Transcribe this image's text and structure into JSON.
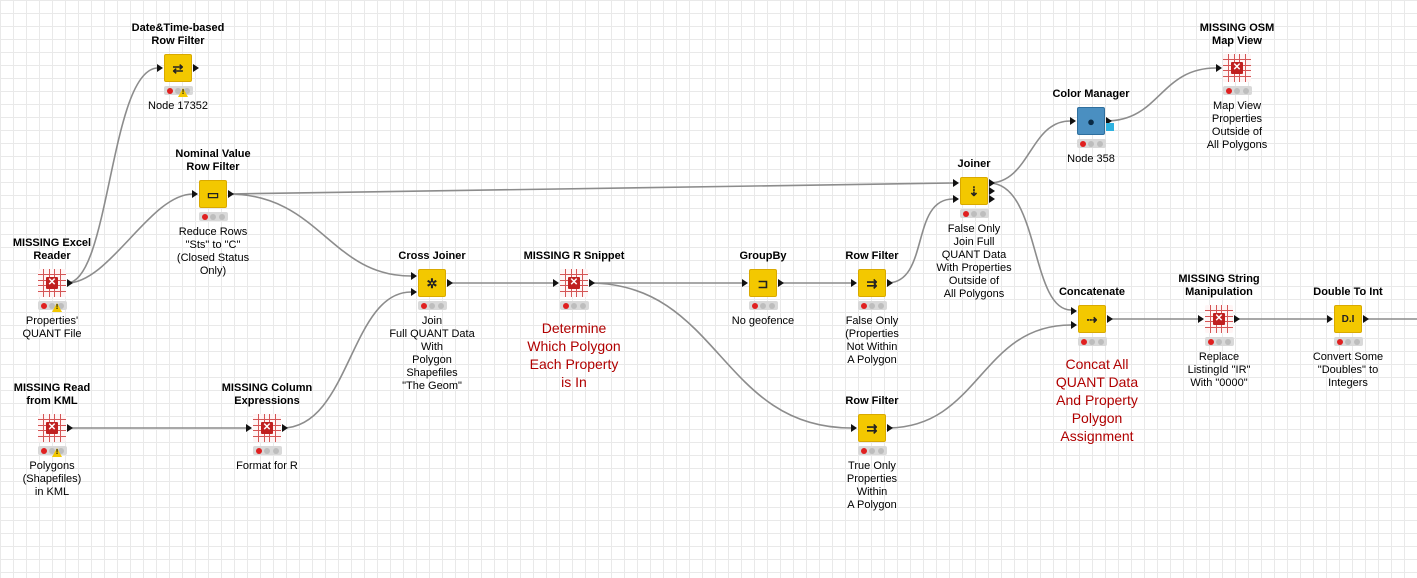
{
  "nodes": {
    "datetime_filter": {
      "title": "Date&Time-based\nRow Filter",
      "label": "Node 17352",
      "glyph": "⇄"
    },
    "nominal_filter": {
      "title": "Nominal Value\nRow Filter",
      "label": "Reduce Rows\n\"Sts\" to \"C\"\n(Closed Status\nOnly)",
      "glyph": "▭"
    },
    "excel_reader": {
      "title": "MISSING Excel\nReader",
      "label": "Properties'\nQUANT File"
    },
    "read_kml": {
      "title": "MISSING Read\nfrom KML",
      "label": "Polygons\n(Shapefiles)\nin KML"
    },
    "column_expressions": {
      "title": "MISSING Column\nExpressions",
      "label": "Format for R"
    },
    "cross_joiner": {
      "title": "Cross Joiner",
      "label": "Join\nFull QUANT Data\nWith\nPolygon\nShapefiles\n\"The Geom\"",
      "glyph": "✲"
    },
    "r_snippet": {
      "title": "MISSING R Snippet",
      "label": ""
    },
    "groupby": {
      "title": "GroupBy",
      "label": "No geofence",
      "glyph": "⊐"
    },
    "row_filter_1": {
      "title": "Row Filter",
      "label": "False Only\n(Properties\nNot Within\nA Polygon",
      "glyph": "⇉"
    },
    "row_filter_2": {
      "title": "Row Filter",
      "label": "True Only\nProperties\nWithin\nA Polygon",
      "glyph": "⇉"
    },
    "joiner": {
      "title": "Joiner",
      "label": "False Only\nJoin Full\nQUANT Data\nWith Properties\nOutside of\nAll Polygons",
      "glyph": "⇣"
    },
    "color_manager": {
      "title": "Color Manager",
      "label": "Node 358",
      "glyph": "●"
    },
    "osm_map": {
      "title": "MISSING OSM\nMap View",
      "label": "Map View\nProperties\nOutside of\nAll Polygons"
    },
    "concatenate": {
      "title": "Concatenate",
      "label": "",
      "glyph": "⇢"
    },
    "string_manip": {
      "title": "MISSING String\nManipulation",
      "label": "Replace\nListingId \"IR\"\nWith \"0000\""
    },
    "double_to_int": {
      "title": "Double To Int",
      "label": "Convert Some\n\"Doubles\" to\nIntegers",
      "glyph": "D.I"
    }
  },
  "annotations": {
    "r_snippet_note": "Determine\nWhich Polygon\nEach Property\nis In",
    "concat_note": "Concat All\nQUANT Data\nAnd Property\nPolygon\nAssignment"
  },
  "colors": {
    "wire": "#8c8c8c",
    "node_yellow": "#f3c800",
    "missing_red": "#c02020",
    "annotation_red": "#b00000",
    "color_manager_blue": "#4a8fc1",
    "port_cyan": "#2fb2e0"
  }
}
